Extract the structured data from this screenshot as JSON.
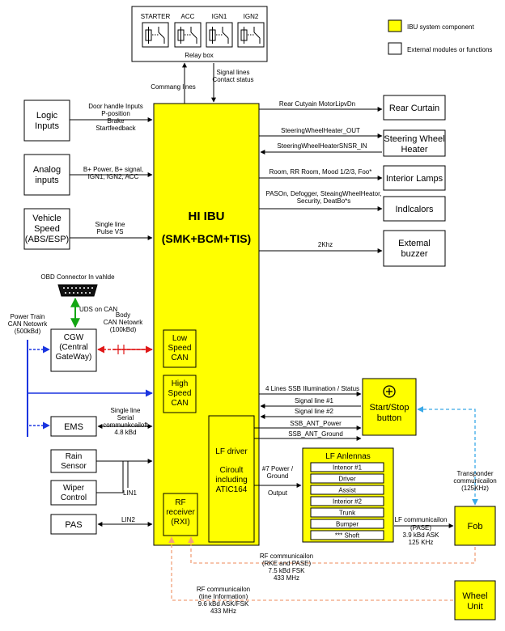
{
  "legend": {
    "ibu_component": "IBU system component",
    "external": "External modules or functions"
  },
  "relay_box": {
    "title": "Relay box",
    "relays": [
      "STARTER",
      "ACC",
      "IGN1",
      "IGN2"
    ]
  },
  "main_labels": {
    "command_lines": "Commang lines",
    "signal_lines": [
      "Signal lines",
      "Contact status"
    ]
  },
  "hi_ibu": {
    "line1": "HI IBU",
    "line2": "(SMK+BCM+TIS)"
  },
  "inputs": [
    {
      "name": [
        "Logic",
        "Inputs"
      ],
      "signals": [
        "Door handle Inputs",
        "P-position",
        "Brake",
        "Startfeedback"
      ]
    },
    {
      "name": [
        "Analog",
        "inputs"
      ],
      "signals": [
        "B+ Power, B+ signal,",
        "IGN1, IGN2, ACC"
      ]
    },
    {
      "name": [
        "Vehicle",
        "Speed",
        "(ABS/ESP)"
      ],
      "signals": [
        "Single line",
        "Pulse VS"
      ]
    }
  ],
  "outputs": [
    {
      "name": [
        "Rear Curtain"
      ],
      "signals": [
        "Rear Cutyain MotorLipvDn"
      ]
    },
    {
      "name": [
        "Steering Wheel",
        "Heater"
      ],
      "signals": [
        "SteeringWheelHeater_OUT",
        "SteeringWheelHeaterSNSR_IN"
      ]
    },
    {
      "name": [
        "Interior Lamps"
      ],
      "signals": [
        "Room, RR Room, Mood 1/2/3, Foo*"
      ]
    },
    {
      "name": [
        "Indlcalors"
      ],
      "signals": [
        "PASOn, Defogger, SteaingWheelHeator,",
        "Security, DeatBo*s"
      ]
    },
    {
      "name": [
        "Extemal",
        "buzzer"
      ],
      "signals": [
        "2Khz"
      ]
    }
  ],
  "obd": {
    "label": "OBD Connector In vahlde",
    "link": "UDS on CAN"
  },
  "cgw": {
    "name": [
      "CGW",
      "(Central",
      "GateWay)"
    ],
    "body_can": [
      "Body",
      "CAN Netowrk",
      "(100kBd)"
    ],
    "powertrain_can": [
      "Power Train",
      "CAN Netowrk",
      "(500kBd)"
    ]
  },
  "can_blocks": {
    "low": [
      "Low",
      "Speed",
      "CAN"
    ],
    "high": [
      "High",
      "Speed",
      "CAN"
    ]
  },
  "ems": {
    "name": "EMS",
    "signals": [
      "Single line",
      "Serial",
      "communkcailoft",
      "4.8 kBd"
    ]
  },
  "rain_sensor": {
    "name": [
      "Rain",
      "Sensor"
    ]
  },
  "wiper": {
    "name": [
      "Wiper",
      "Control"
    ],
    "link": "LIN1"
  },
  "pas": {
    "name": "PAS",
    "link": "LIN2"
  },
  "lf_driver": {
    "lines": [
      "LF driver",
      "",
      "Ciroult",
      "including",
      "ATIC164"
    ]
  },
  "rf_receiver": {
    "lines": [
      "RF",
      "receiver",
      "(RXI)"
    ]
  },
  "start_stop": {
    "name": [
      "Start/Stop",
      "button"
    ],
    "signals": [
      "4 Lines SSB Illumination / Status",
      "Signal line #1",
      "Signal line #2",
      "SSB_ANT_Power",
      "SSB_ANT_Ground"
    ]
  },
  "lf_antennas": {
    "title": "LF Anlennas",
    "items": [
      "Intenor #1",
      "Driver",
      "Assist",
      "Interior #2",
      "Trunk",
      "Bumper",
      "*** Shoft"
    ],
    "power": [
      "#7 Power /",
      "Ground",
      "Output"
    ]
  },
  "fob": {
    "name": "Fob",
    "transponder": [
      "Transponder",
      "communicailon",
      "(125KHz)"
    ],
    "lf_comm": [
      "LF communicailon",
      "(PASE)",
      "3.9 kBd ASK",
      "125 KHz"
    ]
  },
  "rf_comm_1": [
    "RF communicailon",
    "(RKE and PASE)",
    "7.5 kBd FSK",
    "433 MHz"
  ],
  "rf_comm_2": [
    "RF communicailon",
    "(tine Information)",
    "9.6 kBd ASK/FSK",
    "433 MHz"
  ],
  "wheel_unit": {
    "name": [
      "Wheel",
      "Unit"
    ]
  },
  "colors": {
    "ibu": "#ffff00",
    "blue": "#1a35e0",
    "red": "#e01818",
    "green": "#13a613",
    "orange": "#f2a07a",
    "cyan": "#3aa9e8"
  }
}
